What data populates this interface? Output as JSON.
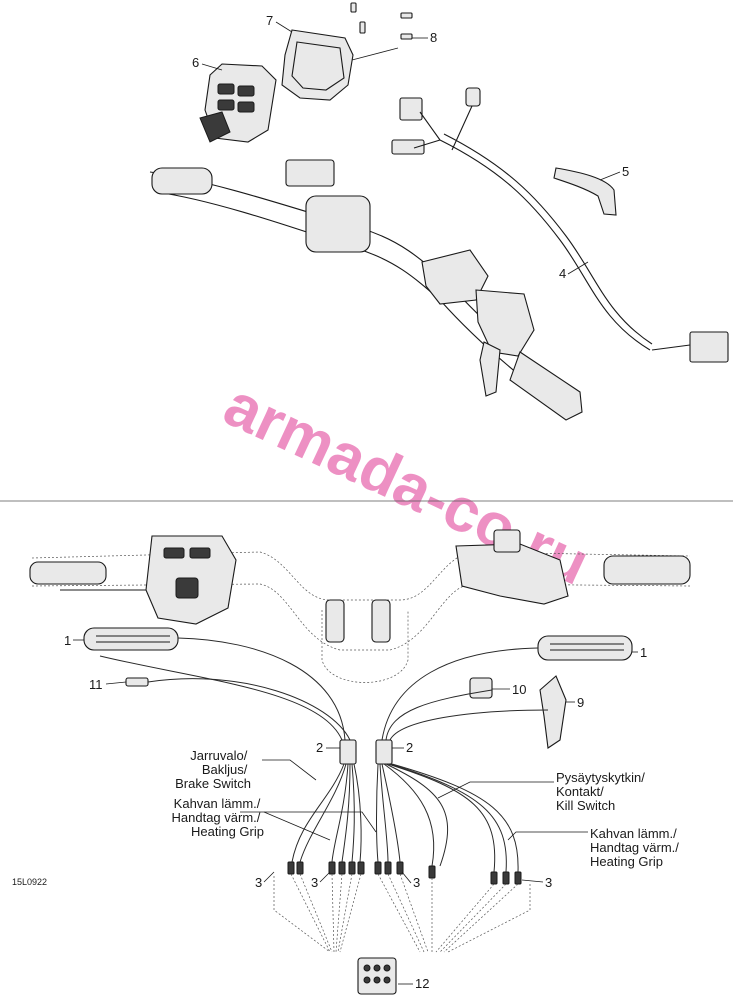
{
  "callouts": {
    "c1a": "1",
    "c1b": "1",
    "c2a": "2",
    "c2b": "2",
    "c3a": "3",
    "c3b": "3",
    "c3c": "3",
    "c3d": "3",
    "c4": "4",
    "c5": "5",
    "c6": "6",
    "c7": "7",
    "c8": "8",
    "c9": "9",
    "c10": "10",
    "c11": "11",
    "c12": "12"
  },
  "labels": {
    "brake_switch": [
      "Jarruvalo/",
      "Bakljus/",
      "Brake Switch"
    ],
    "heating_grip_left": [
      "Kahvan lämm./",
      "Handtag värm./",
      "Heating Grip"
    ],
    "kill_switch": [
      "Pysäytyskytkin/",
      "Kontakt/",
      "Kill Switch"
    ],
    "heating_grip_right": [
      "Kahvan lämm./",
      "Handtag värm./",
      "Heating Grip"
    ]
  },
  "drawing_code": "15L0922",
  "watermark": "armada-co.ru",
  "colors": {
    "line": "#1a1a1a",
    "watermark": "#e86bb0"
  }
}
